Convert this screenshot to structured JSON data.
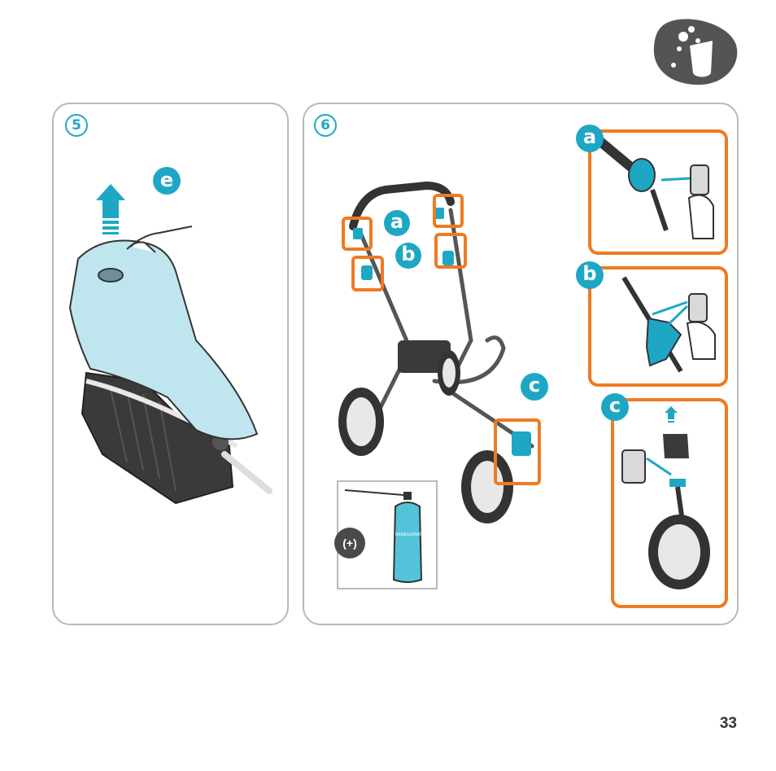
{
  "page": {
    "number": "33"
  },
  "header_icon": {
    "name": "maintenance-icon",
    "color": "#545454"
  },
  "step5": {
    "number": "5",
    "part_label": "e"
  },
  "step6": {
    "number": "6",
    "callouts": [
      "a",
      "b",
      "c"
    ],
    "detail_a_label": "a",
    "detail_b_label": "b",
    "detail_c_label": "c",
    "lubricant_symbol": "(+)",
    "spray_brand": "bébéconfort"
  },
  "colors": {
    "accent": "#1ea7c5",
    "highlight": "#ef7a22",
    "panel_border": "#b9b9b9",
    "fabric": "#bfe6ef"
  }
}
